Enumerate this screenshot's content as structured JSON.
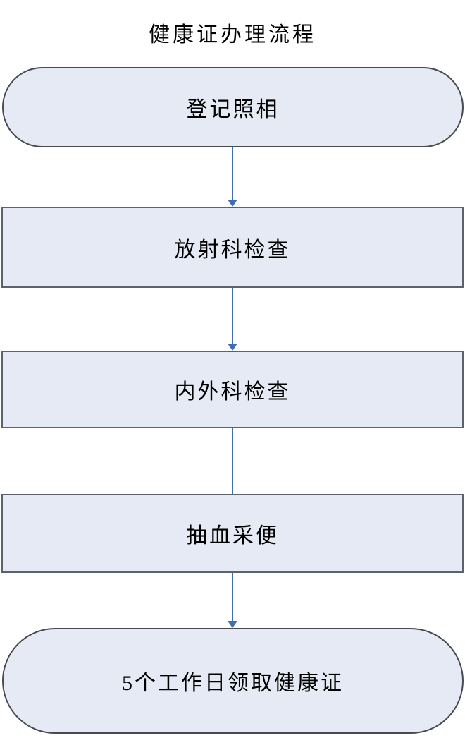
{
  "title": "健康证办理流程",
  "nodes": [
    {
      "id": "start",
      "shape": "stadium",
      "label": "登记照相"
    },
    {
      "id": "step1",
      "shape": "rectangle",
      "label": "放射科检查"
    },
    {
      "id": "step2",
      "shape": "rectangle",
      "label": "内外科检查"
    },
    {
      "id": "step3",
      "shape": "rectangle",
      "label": "抽血采便"
    },
    {
      "id": "end",
      "shape": "stadium",
      "label": "5个工作日领取健康证"
    }
  ],
  "connectors": [
    {
      "from": "start",
      "to": "step1",
      "arrowhead": true
    },
    {
      "from": "step1",
      "to": "step2",
      "arrowhead": true
    },
    {
      "from": "step2",
      "to": "step3",
      "arrowhead": false
    },
    {
      "from": "step3",
      "to": "end",
      "arrowhead": true
    }
  ],
  "colors": {
    "background": "#ffffff",
    "node_fill": "#e5eaf5",
    "rect_border": "#5b626c",
    "stadium_border": "#474a50",
    "arrow": "#3f6fae",
    "text": "#000000"
  }
}
